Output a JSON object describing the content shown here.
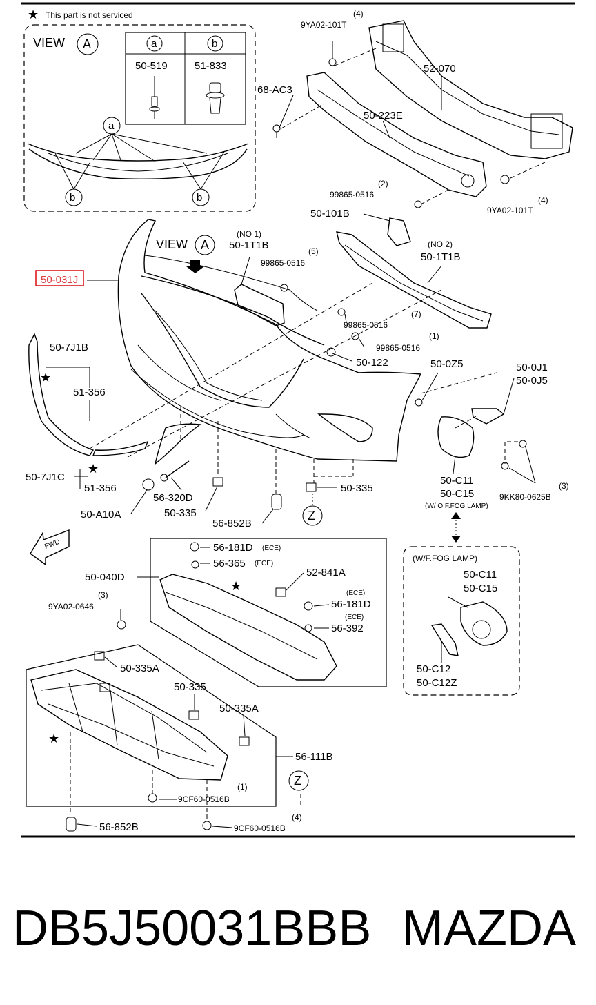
{
  "header_note": "This part is not serviced",
  "view_a_inset": {
    "title": "VIEW",
    "title_circle": "A",
    "col_a_symbol": "a",
    "col_b_symbol": "b",
    "col_a_part": "50-519",
    "col_b_part": "51-833",
    "marker_a": "a",
    "marker_b": "b"
  },
  "main_view": {
    "title": "VIEW",
    "circle": "A"
  },
  "callouts": {
    "p_9ya02_top_qty": "(4)",
    "p_9ya02_top": "9YA02-101T",
    "p_68ac3": "68-AC3",
    "p_52070": "52-070",
    "p_50223e": "50-223E",
    "p_99865_a_qty": "(2)",
    "p_99865_a": "99865-0516",
    "p_9ya02_r_qty": "(4)",
    "p_9ya02_r": "9YA02-101T",
    "p_50101b": "50-101B",
    "p_no1": "(NO 1)",
    "p_501t1b_1": "50-1T1B",
    "p_99865_b_qty": "(5)",
    "p_99865_b": "99865-0516",
    "p_no2": "(NO 2)",
    "p_501t1b_2": "50-1T1B",
    "p_50031": "50-031J",
    "p_99865_c_qty": "(7)",
    "p_99865_c": "99865-0516",
    "p_99865_d_qty": "(1)",
    "p_99865_d": "99865-0516",
    "p_507j1b": "50-7J1B",
    "p_50122": "50-122",
    "p_500z5": "50-0Z5",
    "p_500j1": "50-0J1",
    "p_500j5": "50-0J5",
    "p_51356_a": "51-356",
    "p_507j1c": "50-7J1C",
    "p_51356_b": "51-356",
    "p_56320d": "56-320D",
    "p_50335_a": "50-335",
    "p_50335_b": "50-335",
    "p_50a10a": "50-A10A",
    "p_56852b_a": "56-852B",
    "p_50c11_a": "50-C11",
    "p_50c15_a": "50-C15",
    "p_wo_fog": "(W/ O F.FOG LAMP)",
    "p_9kk80_qty": "(3)",
    "p_9kk80": "9KK80-0625B",
    "p_z_a": "Z",
    "p_fwd": "FWD",
    "p_56181d_a": "56-181D",
    "p_ece_a": "(ECE)",
    "p_56365": "56-365",
    "p_ece_b": "(ECE)",
    "p_50040d": "50-040D",
    "p_52841a": "52-841A",
    "p_ece_c": "(ECE)",
    "p_56181d_b": "56-181D",
    "p_9ya02_646_qty": "(3)",
    "p_9ya02_646": "9YA02-0646",
    "p_ece_d": "(ECE)",
    "p_56392": "56-392",
    "p_wf_fog": "(W/F.FOG LAMP)",
    "p_50c11_b": "50-C11",
    "p_50c15_b": "50-C15",
    "p_50c12": "50-C12",
    "p_50c12z": "50-C12Z",
    "p_50335a_a": "50-335A",
    "p_50335_c": "50-335",
    "p_50335a_b": "50-335A",
    "p_56111b": "56-111B",
    "p_9cf60_a_qty": "(1)",
    "p_9cf60_a": "9CF60-0516B",
    "p_z_b": "Z",
    "p_56852b_b": "56-852B",
    "p_9cf60_b_qty": "(4)",
    "p_9cf60_b": "9CF60-0516B"
  },
  "highlighted_part": "50-031J",
  "footer": {
    "part_number": "DB5J50031BBB",
    "brand": "MAZDA"
  },
  "colors": {
    "highlight": "#e0191e",
    "ink": "#000000",
    "background": "#ffffff"
  }
}
